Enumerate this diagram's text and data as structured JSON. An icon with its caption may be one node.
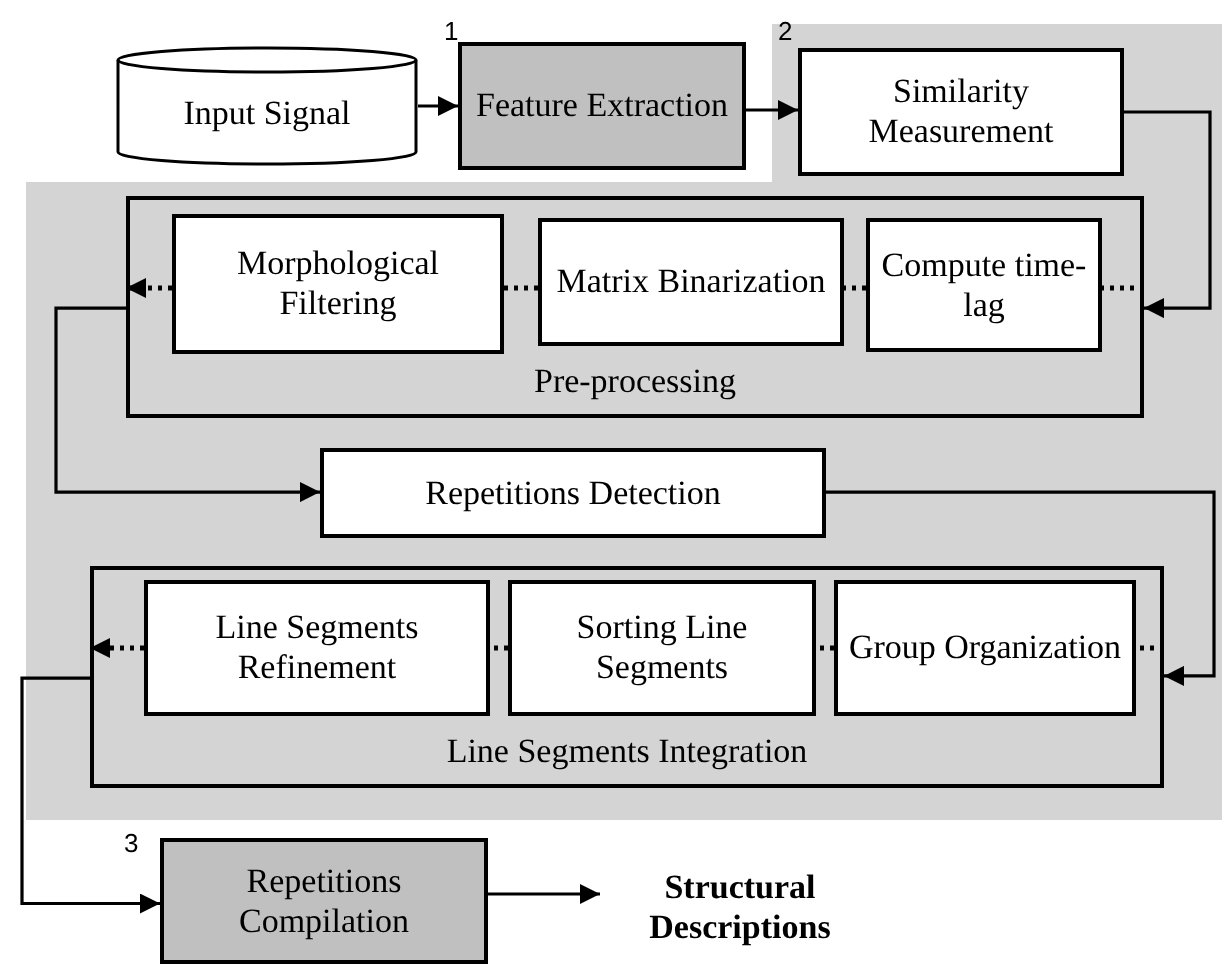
{
  "diagram": {
    "nodes": [
      {
        "text": [
          "Input Signal"
        ]
      },
      {
        "text": [
          "Feature Extraction"
        ]
      },
      {
        "text": [
          "Similarity Measurement"
        ]
      },
      {
        "text": [
          "Pre-processing"
        ]
      },
      {
        "text": [
          "Morphological Filtering"
        ],
        "in": 3
      },
      {
        "text": [
          "Matrix Binarization"
        ],
        "in": 3
      },
      {
        "text": [
          "Compute time-lag"
        ],
        "in": 3
      },
      {
        "text": [
          "Repetitions Detection"
        ]
      },
      {
        "text": [
          "Line Segments Integration"
        ]
      },
      {
        "text": [
          "Line Segments Refinement"
        ],
        "in": 8
      },
      {
        "text": [
          "Sorting Line Segments"
        ],
        "in": 8
      },
      {
        "text": [
          "Group Organization"
        ],
        "in": 8
      },
      {
        "text": [
          "Repetitions Compilation"
        ]
      },
      {
        "text": [
          "Structural Descriptions"
        ]
      }
    ],
    "edges": [
      {
        "from": 0,
        "to": 1,
        "arrow": "to"
      },
      {
        "from": 1,
        "to": 2,
        "arrow": "to"
      },
      {
        "from": 2,
        "to": 3,
        "arrow": "to"
      },
      {
        "from": 3,
        "to": 6,
        "arrow": "none",
        "style": "dashed"
      },
      {
        "from": 6,
        "to": 5,
        "arrow": "none",
        "style": "dashed"
      },
      {
        "from": 5,
        "to": 4,
        "arrow": "none",
        "style": "dashed"
      },
      {
        "from": 4,
        "to": 3,
        "arrow": "to",
        "style": "dashed"
      },
      {
        "from": 3,
        "to": 7,
        "arrow": "to"
      },
      {
        "from": 7,
        "to": 8,
        "arrow": "to"
      },
      {
        "from": 8,
        "to": 11,
        "arrow": "none",
        "style": "dashed"
      },
      {
        "from": 11,
        "to": 10,
        "arrow": "none",
        "style": "dashed"
      },
      {
        "from": 10,
        "to": 9,
        "arrow": "none",
        "style": "dashed"
      },
      {
        "from": 9,
        "to": 8,
        "arrow": "to",
        "style": "dashed"
      },
      {
        "from": 8,
        "to": 12,
        "arrow": "to"
      },
      {
        "from": 12,
        "to": 13,
        "arrow": "to"
      }
    ],
    "labels": [
      "1",
      "2",
      "3"
    ]
  }
}
